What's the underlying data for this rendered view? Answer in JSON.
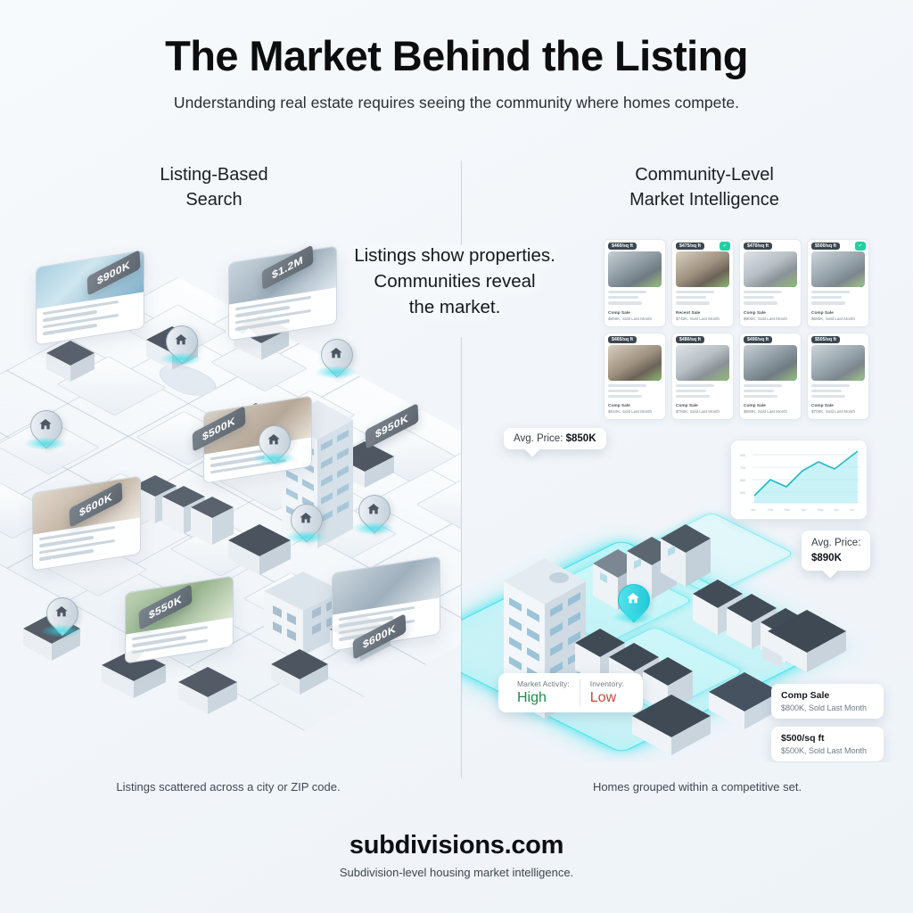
{
  "header": {
    "title": "The Market Behind the Listing",
    "subtitle": "Understanding real estate requires seeing the community where homes compete."
  },
  "columns": {
    "left_heading": "Listing-Based\nSearch",
    "left_heading_line1": "Listing-Based",
    "left_heading_line2": "Search",
    "right_heading_line1": "Community-Level",
    "right_heading_line2": "Market Intelligence"
  },
  "center_note": {
    "line1": "Listings show properties.",
    "line2": "Communities reveal",
    "line3": "the market."
  },
  "left_panel": {
    "caption": "Listings scattered across a city or ZIP code.",
    "price_tags": [
      {
        "label": "$900K"
      },
      {
        "label": "$1.2M"
      },
      {
        "label": "$500K"
      },
      {
        "label": "$950K"
      },
      {
        "label": "$600K"
      },
      {
        "label": "$550K"
      },
      {
        "label": "$600K"
      }
    ],
    "pin_icon": "home-pin-icon",
    "listing_card_icon": "listing-card"
  },
  "right_panel": {
    "caption": "Homes grouped within a competitive set.",
    "listing_cards": [
      {
        "badge": "$460/sq ft",
        "verified": false,
        "title": "Comp Sale",
        "sub": "$800K, Sold Last Month"
      },
      {
        "badge": "$475/sq ft",
        "verified": true,
        "title": "Recent Sale",
        "sub": "$740K, Sold Last Month"
      },
      {
        "badge": "$470/sq ft",
        "verified": false,
        "title": "Comp Sale",
        "sub": "$900K, Sold Last Month"
      },
      {
        "badge": "$500/sq ft",
        "verified": true,
        "title": "Comp Sale",
        "sub": "$685K, Sold Last Month"
      },
      {
        "badge": "$465/sq ft",
        "verified": false,
        "title": "Comp Sale",
        "sub": "$810K, Sold Last Month"
      },
      {
        "badge": "$480/sq ft",
        "verified": false,
        "title": "Comp Sale",
        "sub": "$760K, Sold Last Month"
      },
      {
        "badge": "$490/sq ft",
        "verified": false,
        "title": "Comp Sale",
        "sub": "$880K, Sold Last Month"
      },
      {
        "badge": "$505/sq ft",
        "verified": false,
        "title": "Comp Sale",
        "sub": "$700K, Sold Last Month"
      }
    ],
    "avg_price_primary": {
      "label": "Avg. Price:",
      "value": "$850K"
    },
    "avg_price_secondary": {
      "label": "Avg. Price:",
      "value": "$890K"
    },
    "stats": [
      {
        "key": "Market Activity:",
        "value": "High",
        "color": "#1f8a4c"
      },
      {
        "key": "Inventory:",
        "value": "Low",
        "color": "#d0463b"
      }
    ],
    "comps": [
      {
        "title": "Comp Sale",
        "sub": "$800K, Sold Last Month"
      },
      {
        "title": "$500/sq ft",
        "sub": "$500K, Sold Last Month"
      }
    ],
    "pin_icon": "home-pin-icon"
  },
  "chart_data": {
    "type": "area",
    "title": "",
    "xlabel": "",
    "ylabel": "",
    "categories": [
      "Jan",
      "Feb",
      "Mar",
      "Apr",
      "May",
      "Jun",
      "Jul"
    ],
    "values": [
      300,
      520,
      430,
      640,
      760,
      650,
      920
    ],
    "ylim": [
      200,
      1000
    ],
    "yticks": [
      300,
      500,
      700,
      900
    ],
    "grid": true,
    "legend": false,
    "line_color": "#22b9c9",
    "fill_color": "#9fe9f0"
  },
  "brand": {
    "name": "subdivisions.com",
    "tagline": "Subdivision-level housing market intelligence."
  },
  "theme": {
    "accent_cyan": "#2ad6e2",
    "ink": "#15181b",
    "muted": "#6f7983",
    "page_bg": "#f3f7fa"
  }
}
